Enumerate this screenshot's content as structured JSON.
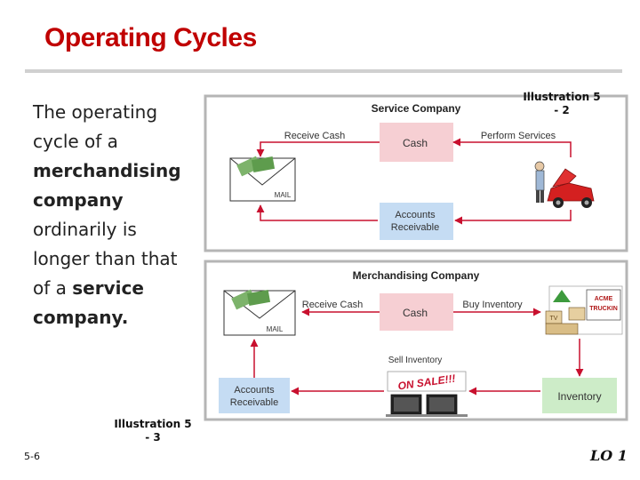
{
  "slide": {
    "title": "Operating Cycles",
    "body_text": {
      "p1": "The operating cycle of a ",
      "b1": "merchandising company",
      "p2": " ordinarily is longer than that of a ",
      "b2": "service company."
    },
    "illustration_top": "Illustration 5 - 2",
    "illustration_bottom": "Illustration 5 - 3",
    "slide_number": "5-6",
    "learning_objective": "LO 1"
  },
  "service_diagram": {
    "title": "Service Company",
    "cash": "Cash",
    "receivable_line1": "Accounts",
    "receivable_line2": "Receivable",
    "receive_cash": "Receive Cash",
    "perform_services": "Perform Services",
    "mail": "MAIL"
  },
  "merch_diagram": {
    "title": "Merchandising Company",
    "cash": "Cash",
    "receivable_line1": "Accounts",
    "receivable_line2": "Receivable",
    "inventory": "Inventory",
    "receive_cash": "Receive Cash",
    "buy_inventory": "Buy Inventory",
    "sell_inventory": "Sell Inventory",
    "mail": "MAIL",
    "sale_sign": "ON SALE!!!",
    "truck_line1": "ACME",
    "truck_line2": "TRUCKIN",
    "tv": "TV"
  },
  "colors": {
    "title": "#c00000",
    "cash_box": "#f6cfd3",
    "receivable_box": "#c5dcf3",
    "inventory_box": "#cdecc8",
    "arrow": "#c8102e"
  }
}
